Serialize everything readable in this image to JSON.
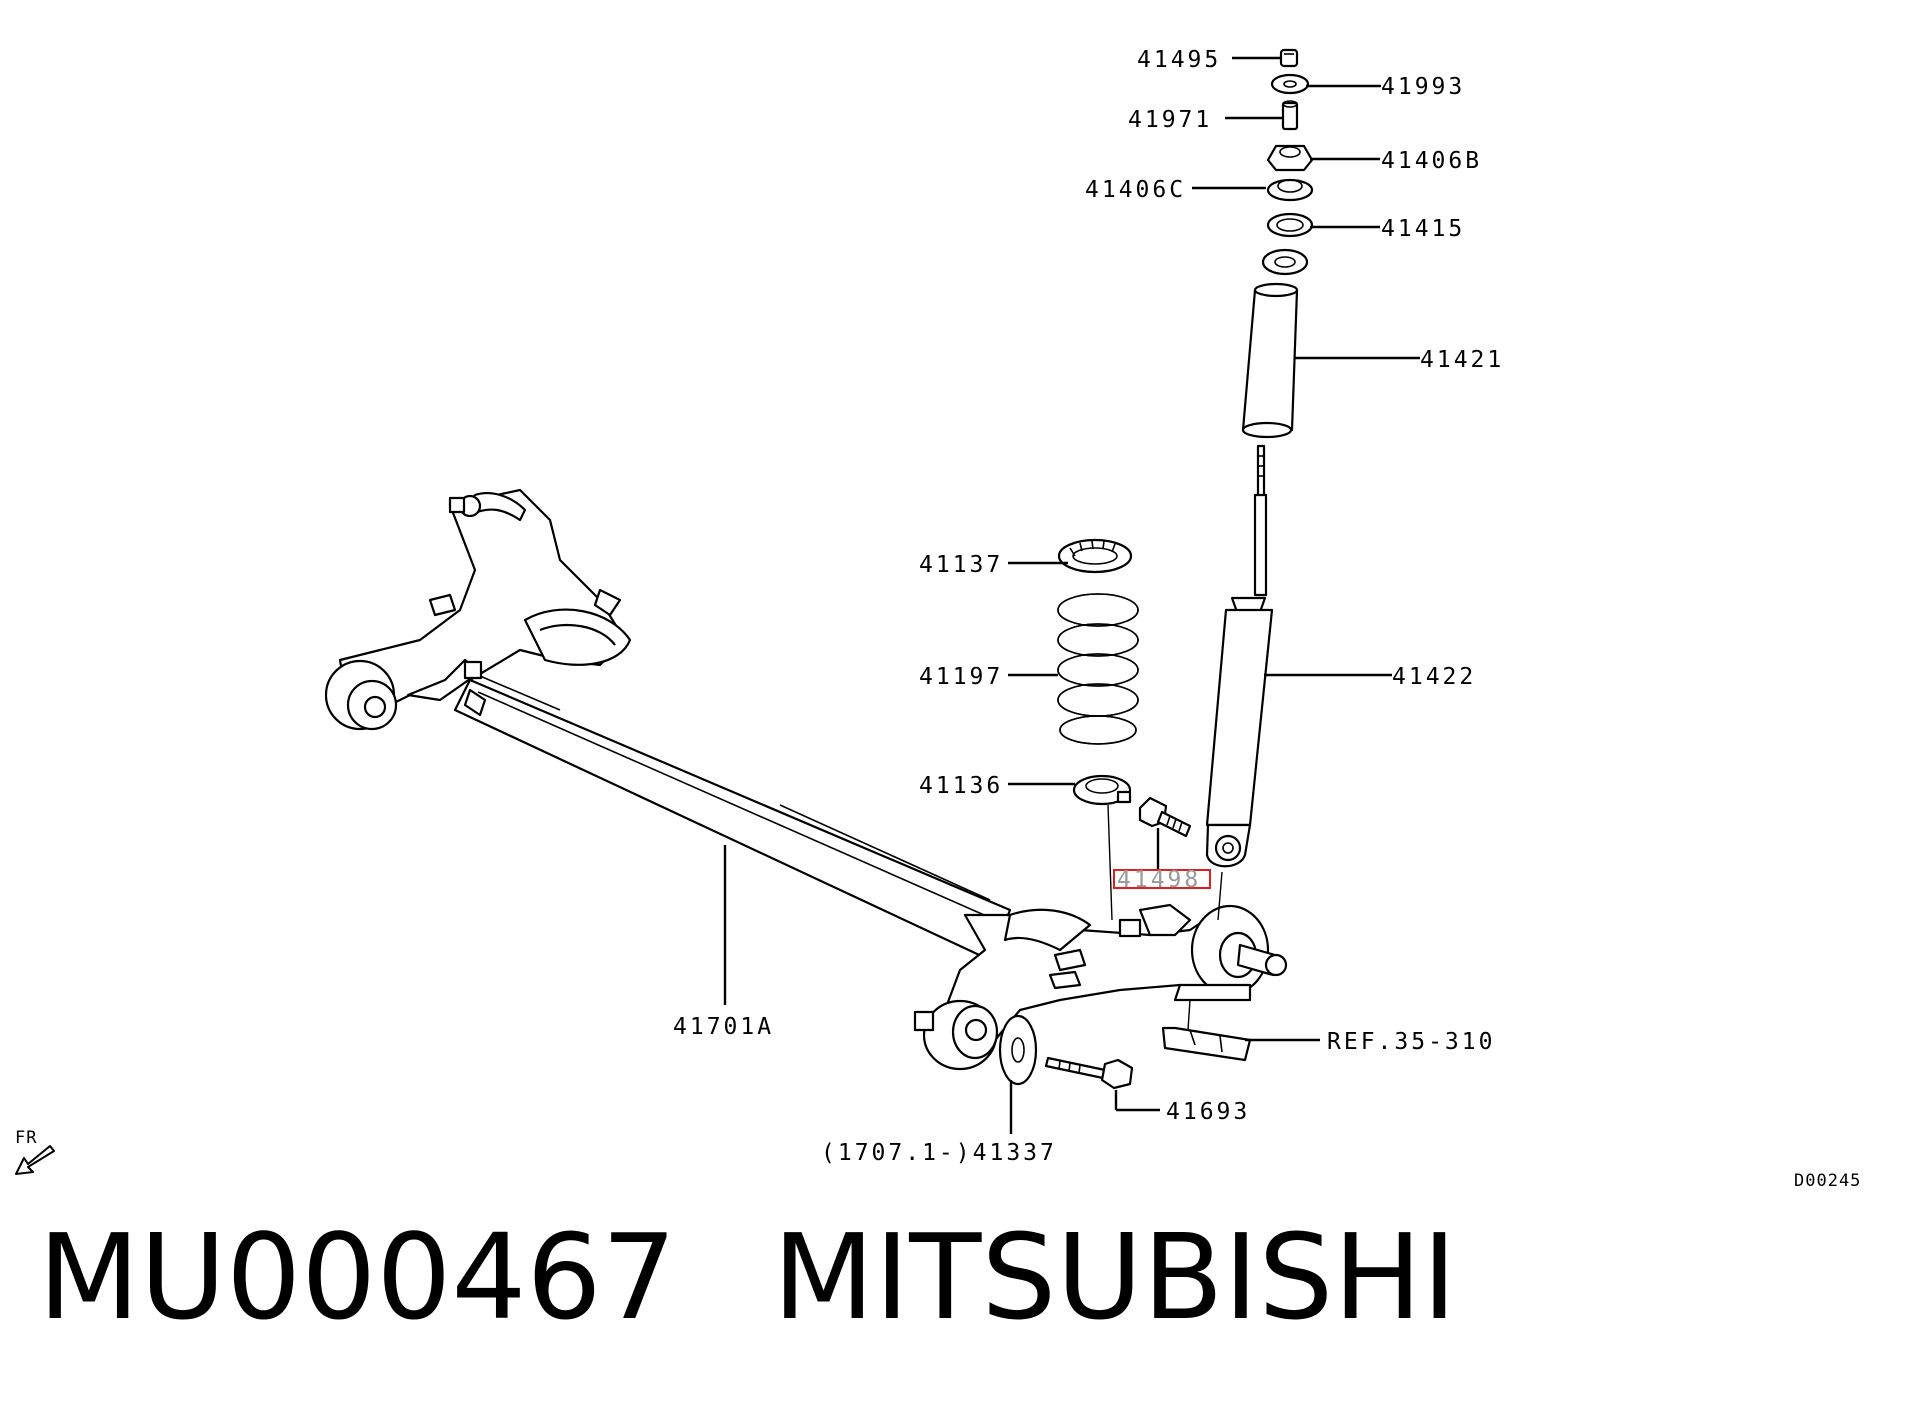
{
  "diagram": {
    "part_labels": {
      "p41495": "41495",
      "p41993": "41993",
      "p41971": "41971",
      "p41406b": "41406B",
      "p41406c": "41406C",
      "p41415": "41415",
      "p41421": "41421",
      "p41137": "41137",
      "p41197": "41197",
      "p41422": "41422",
      "p41136": "41136",
      "p41498": "41498",
      "p41701a": "41701A",
      "pref": "REF.35-310",
      "p41693": "41693",
      "p41337": "(1707.1-)41337"
    },
    "direction_label": "FR",
    "drawing_code": "D00245",
    "highlight_color": "#e02020"
  },
  "caption": {
    "part_number": "MU000467",
    "brand": "MITSUBISHI"
  }
}
